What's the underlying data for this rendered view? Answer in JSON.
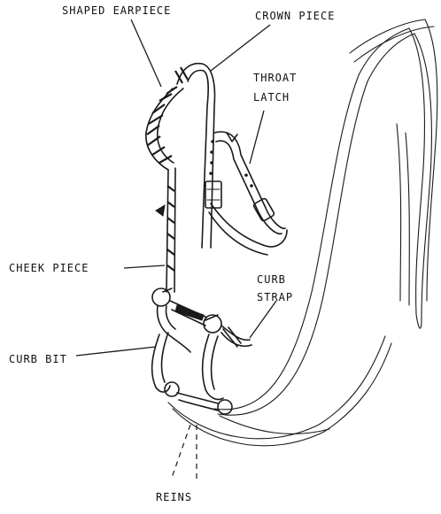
{
  "labels": {
    "shaped_earpiece": "SHAPED EARPIECE",
    "crown_piece": "CROWN PIECE",
    "throat_latch_line1": "THROAT",
    "throat_latch_line2": "LATCH",
    "cheek_piece": "CHEEK PIECE",
    "curb_strap_line1": "CURB",
    "curb_strap_line2": "STRAP",
    "curb_bit": "CURB BIT",
    "reins": "REINS"
  }
}
